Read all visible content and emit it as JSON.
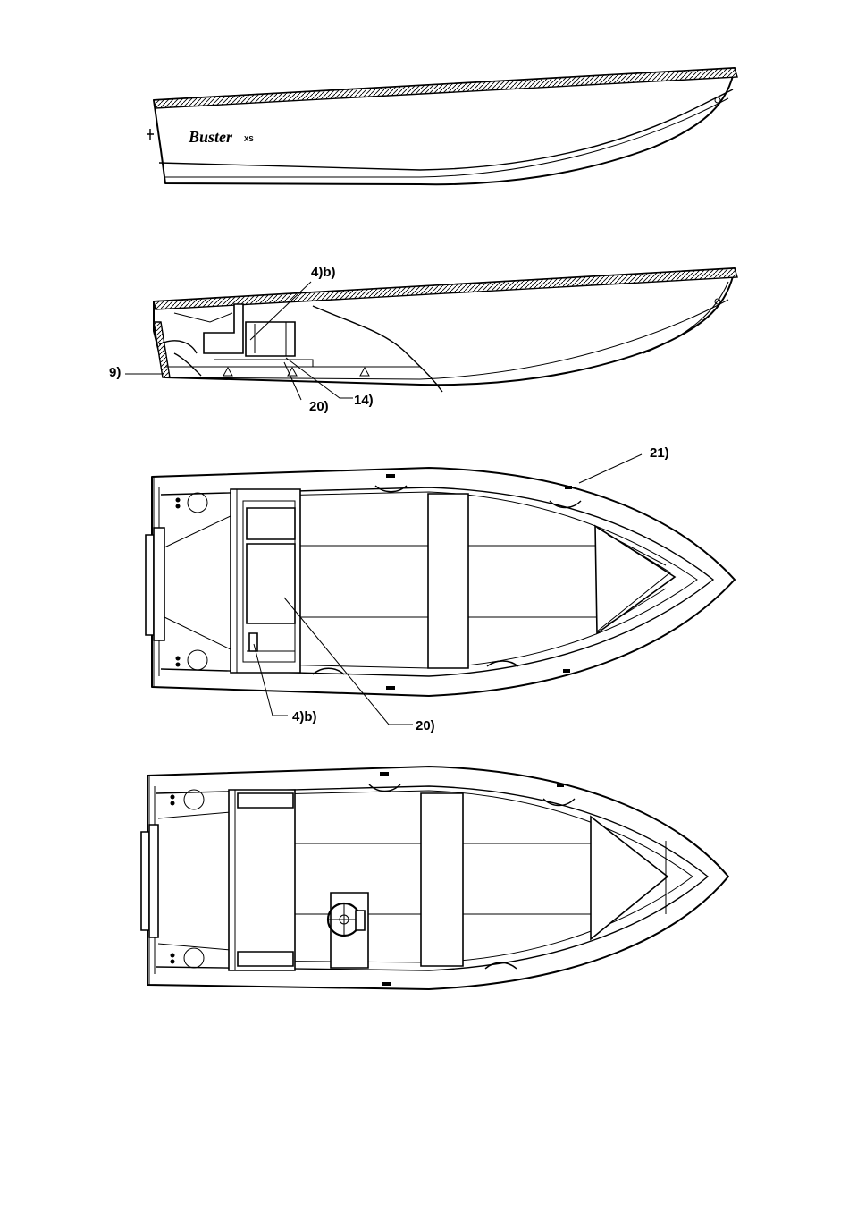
{
  "brand": {
    "name": "Buster",
    "model": "XS"
  },
  "callouts": {
    "side_console": "4)b)",
    "side_stern": "9)",
    "side_floor": "20)",
    "side_keel": "14)",
    "top_rail": "21)",
    "top_console": "4)b)",
    "top_floor": "20)"
  },
  "views": [
    "side-view",
    "side-section-view",
    "top-view-with-console",
    "top-view-with-steering"
  ]
}
